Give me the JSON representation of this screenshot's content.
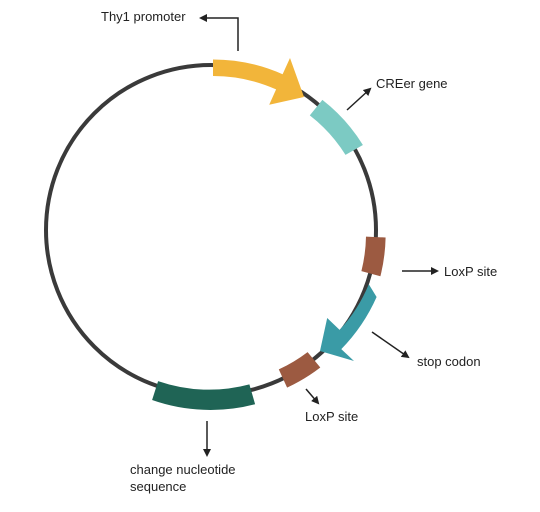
{
  "diagram": {
    "labels": {
      "thy1_promoter": "Thy1 promoter",
      "creer_gene": "CREer gene",
      "loxp_site_right": "LoxP site",
      "stop_codon": "stop codon",
      "loxp_site_bottom": "LoxP site",
      "change_nucleotide_line1": "change nucleotide",
      "change_nucleotide_line2": "sequence"
    },
    "colors": {
      "backbone": "#3a3a3a",
      "thy1_promoter": "#f2b53a",
      "creer_gene": "#7ccac3",
      "loxp_site": "#9c5a41",
      "stop_codon": "#3a9ba6",
      "change_nucleotide": "#1f6455",
      "arrow": "#222222"
    }
  }
}
